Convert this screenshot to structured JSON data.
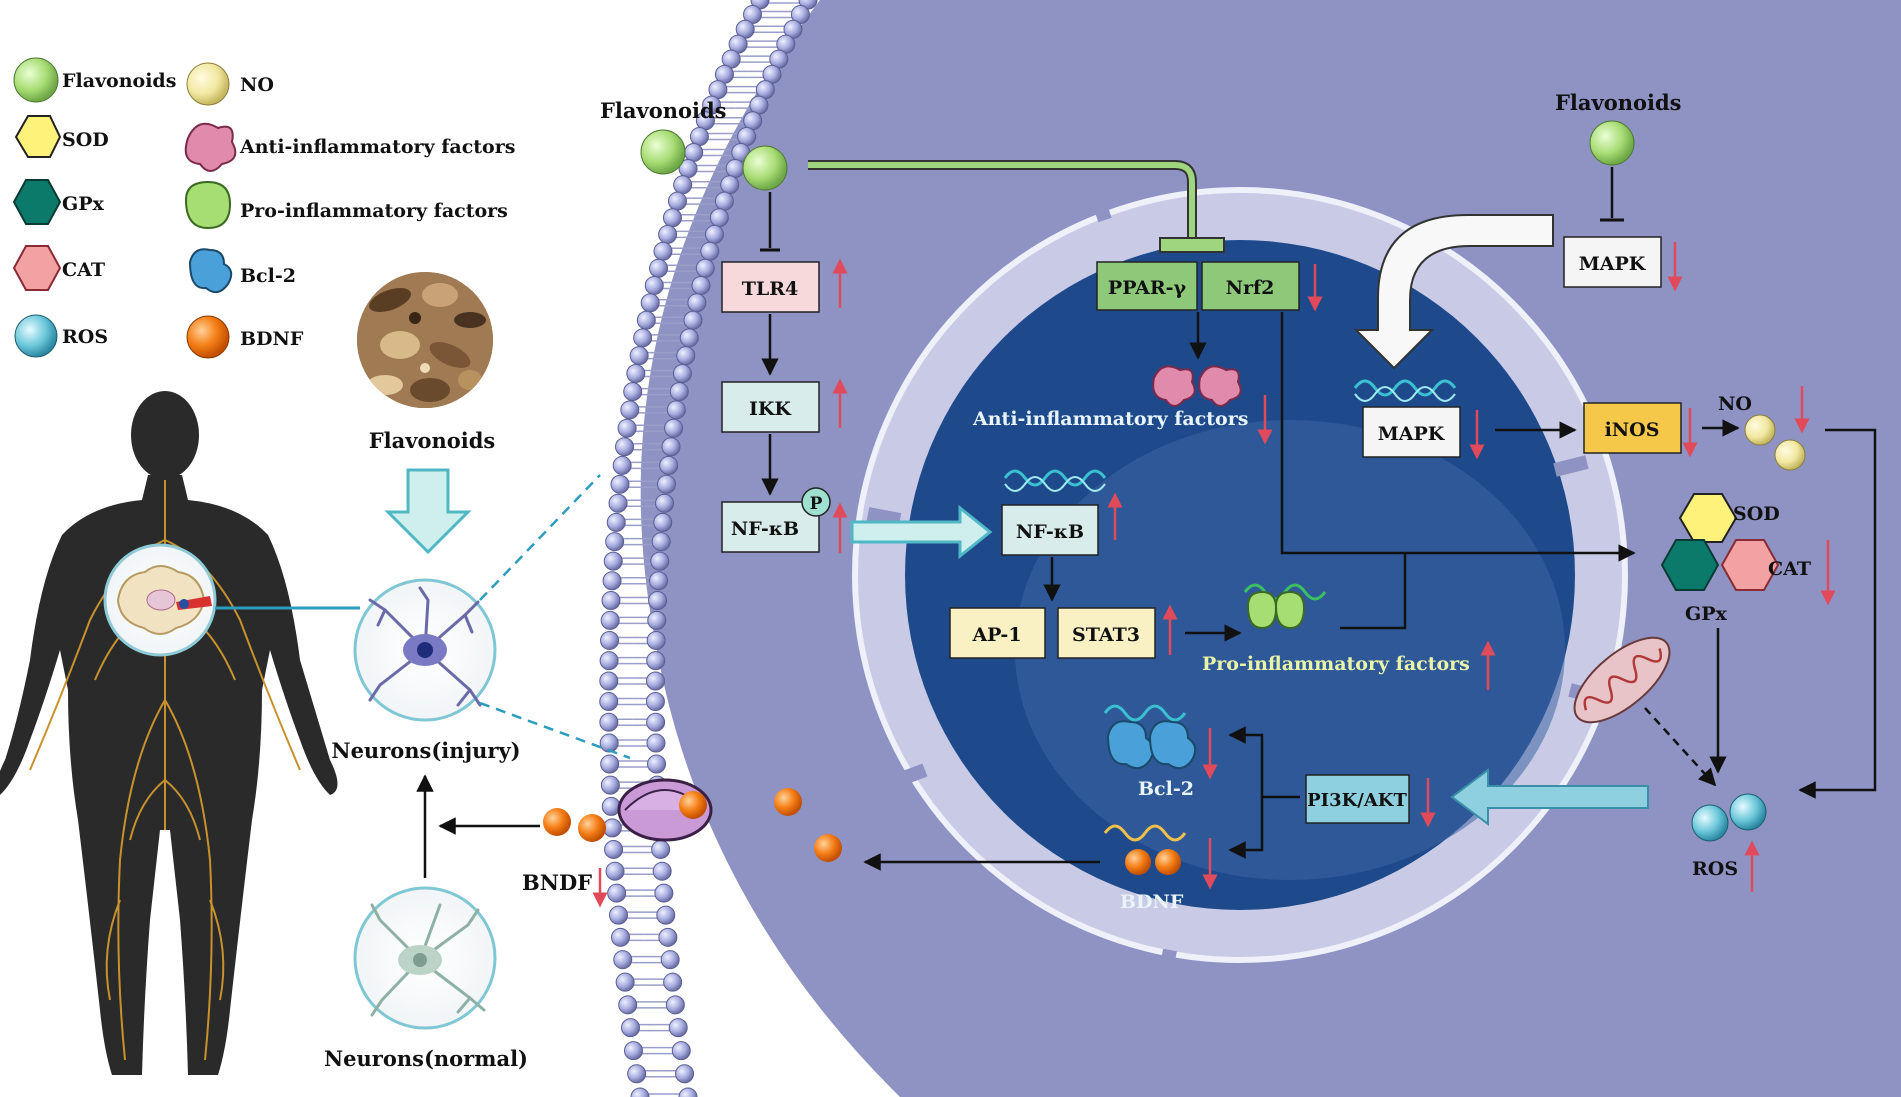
{
  "legend": {
    "flavonoids": "Flavonoids",
    "sod": "SOD",
    "gpx": "GPx",
    "cat": "CAT",
    "ros": "ROS",
    "no": "NO",
    "anti": "Anti-inflammatory factors",
    "pro": "Pro-inflammatory factors",
    "bcl2": "Bcl-2",
    "bdnf": "BDNF"
  },
  "body_panel": {
    "flavonoids": "Flavonoids",
    "neurons_injury": "Neurons(injury)",
    "neurons_normal": "Neurons(normal)",
    "bndf": "BNDF"
  },
  "cell": {
    "flavonoids_left": "Flavonoids",
    "flavonoids_right": "Flavonoids",
    "tlr4": "TLR4",
    "ikk": "IKK",
    "nfkb": "NF-κB",
    "p_badge": "P",
    "nfkb_nucleus": "NF-κB",
    "ap1": "AP-1",
    "stat3": "STAT3",
    "ppar": "PPAR-γ",
    "nrf2": "Nrf2",
    "anti_factors": "Anti-inflammatory factors",
    "pro_factors": "Pro-inflammatory factors",
    "mapk_top": "MAPK",
    "mapk_nucleus": "MAPK",
    "inos": "iNOS",
    "no": "NO",
    "sod": "SOD",
    "cat": "CAT",
    "gpx": "GPx",
    "ros": "ROS",
    "bcl2": "Bcl-2",
    "bdnf": "BDNF",
    "pi3k": "PI3K/AKT"
  },
  "colors": {
    "cytoplasm": "#8e93c4",
    "nucleus": "#1e4a8c",
    "membrane_head": "#a9aee0",
    "flavonoid": "#b5e08a",
    "up_arrow": "#e04a5a",
    "ppar_box": "#8ec97a",
    "inos_box": "#f6c84a",
    "tlr4_box": "#f7d9dc",
    "light_box": "#d9ecec",
    "ap_box": "#f9f0c4",
    "bdnf_orange": "#f07a12"
  }
}
